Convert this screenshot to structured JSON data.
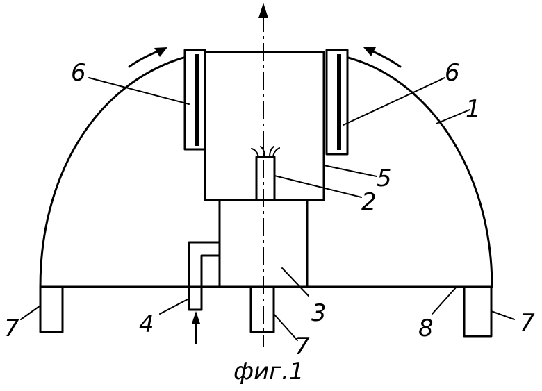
{
  "caption": "фиг.1",
  "labels": {
    "dome": "1",
    "rod": "2",
    "base_block": "3",
    "inlet_pipe": "4",
    "upper_block": "5",
    "pad_left": "6",
    "pad_right": "6",
    "leg_left": "7",
    "leg_center": "7",
    "leg_right": "7",
    "base_plate": "8"
  }
}
